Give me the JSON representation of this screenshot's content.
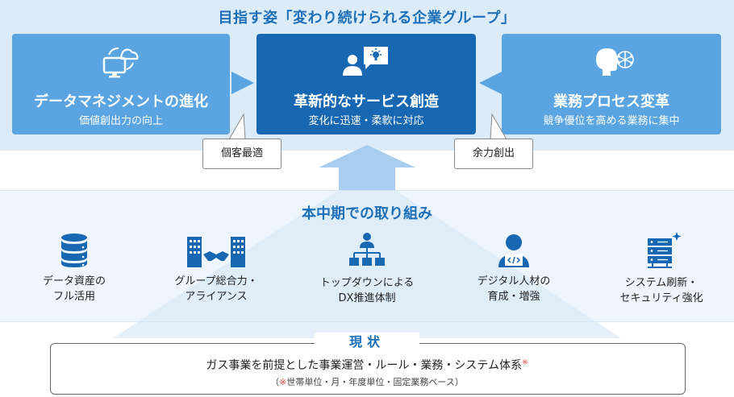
{
  "vision": {
    "title": "目指す姿「変わり続けられる企業グループ」"
  },
  "boxes": [
    {
      "title": "データマネジメントの進化",
      "subtitle": "価値創出力の向上",
      "icon": "cloud-sync-monitor-icon"
    },
    {
      "title": "革新的なサービス創造",
      "subtitle": "変化に迅速・柔軟に対応",
      "icon": "person-idea-icon"
    },
    {
      "title": "業務プロセス変革",
      "subtitle": "競争優位を高める業務に集中",
      "icon": "ai-brain-head-icon"
    }
  ],
  "callouts": {
    "left": "個客最適",
    "right": "余力創出"
  },
  "initiatives": {
    "title": "本中期での取り組み",
    "items": [
      {
        "line1": "データ資産の",
        "line2": "フル活用",
        "icon": "database-icon"
      },
      {
        "line1": "グループ総合力・",
        "line2": "アライアンス",
        "icon": "building-handshake-icon"
      },
      {
        "line1": "トップダウンによる",
        "line2": "DX推進体制",
        "icon": "org-chart-icon"
      },
      {
        "line1": "デジタル人材の",
        "line2": "育成・増強",
        "icon": "developer-icon"
      },
      {
        "line1": "システム刷新・",
        "line2": "セキュリティ強化",
        "icon": "server-icon"
      }
    ]
  },
  "current": {
    "title": "現状",
    "main": "ガス事業を前提とした事業運営・ルール・業務・システム体系",
    "mark": "※",
    "note_prefix": "（",
    "note_mark": "※",
    "note_text": "世帯単位・月・年度単位・固定業務ベース）"
  },
  "colors": {
    "dark_blue": "#1767b2",
    "light_blue": "#5aa5e1",
    "band": "#dcebf8",
    "title_blue": "#1d6fb8",
    "mark_red": "#e04a4a"
  }
}
